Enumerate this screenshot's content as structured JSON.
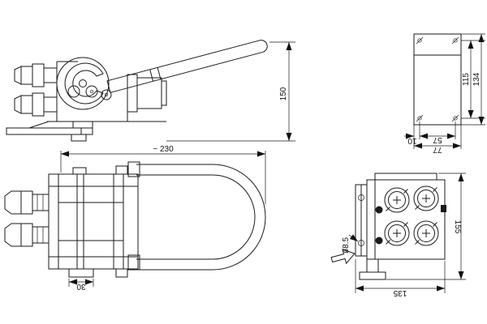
{
  "drawing": {
    "background": "#ffffff",
    "line_color": "#1a1a1a",
    "dimensions": {
      "side_height": "150",
      "plan_length": "~ 230",
      "plan_tab": "30",
      "plate_span": "115",
      "plate_height": "134",
      "plate_offset": "10",
      "plate_pitch": "57",
      "plate_width": "77",
      "end_height": "155",
      "end_width": "135",
      "hole_diameter": "ø8.5"
    }
  }
}
